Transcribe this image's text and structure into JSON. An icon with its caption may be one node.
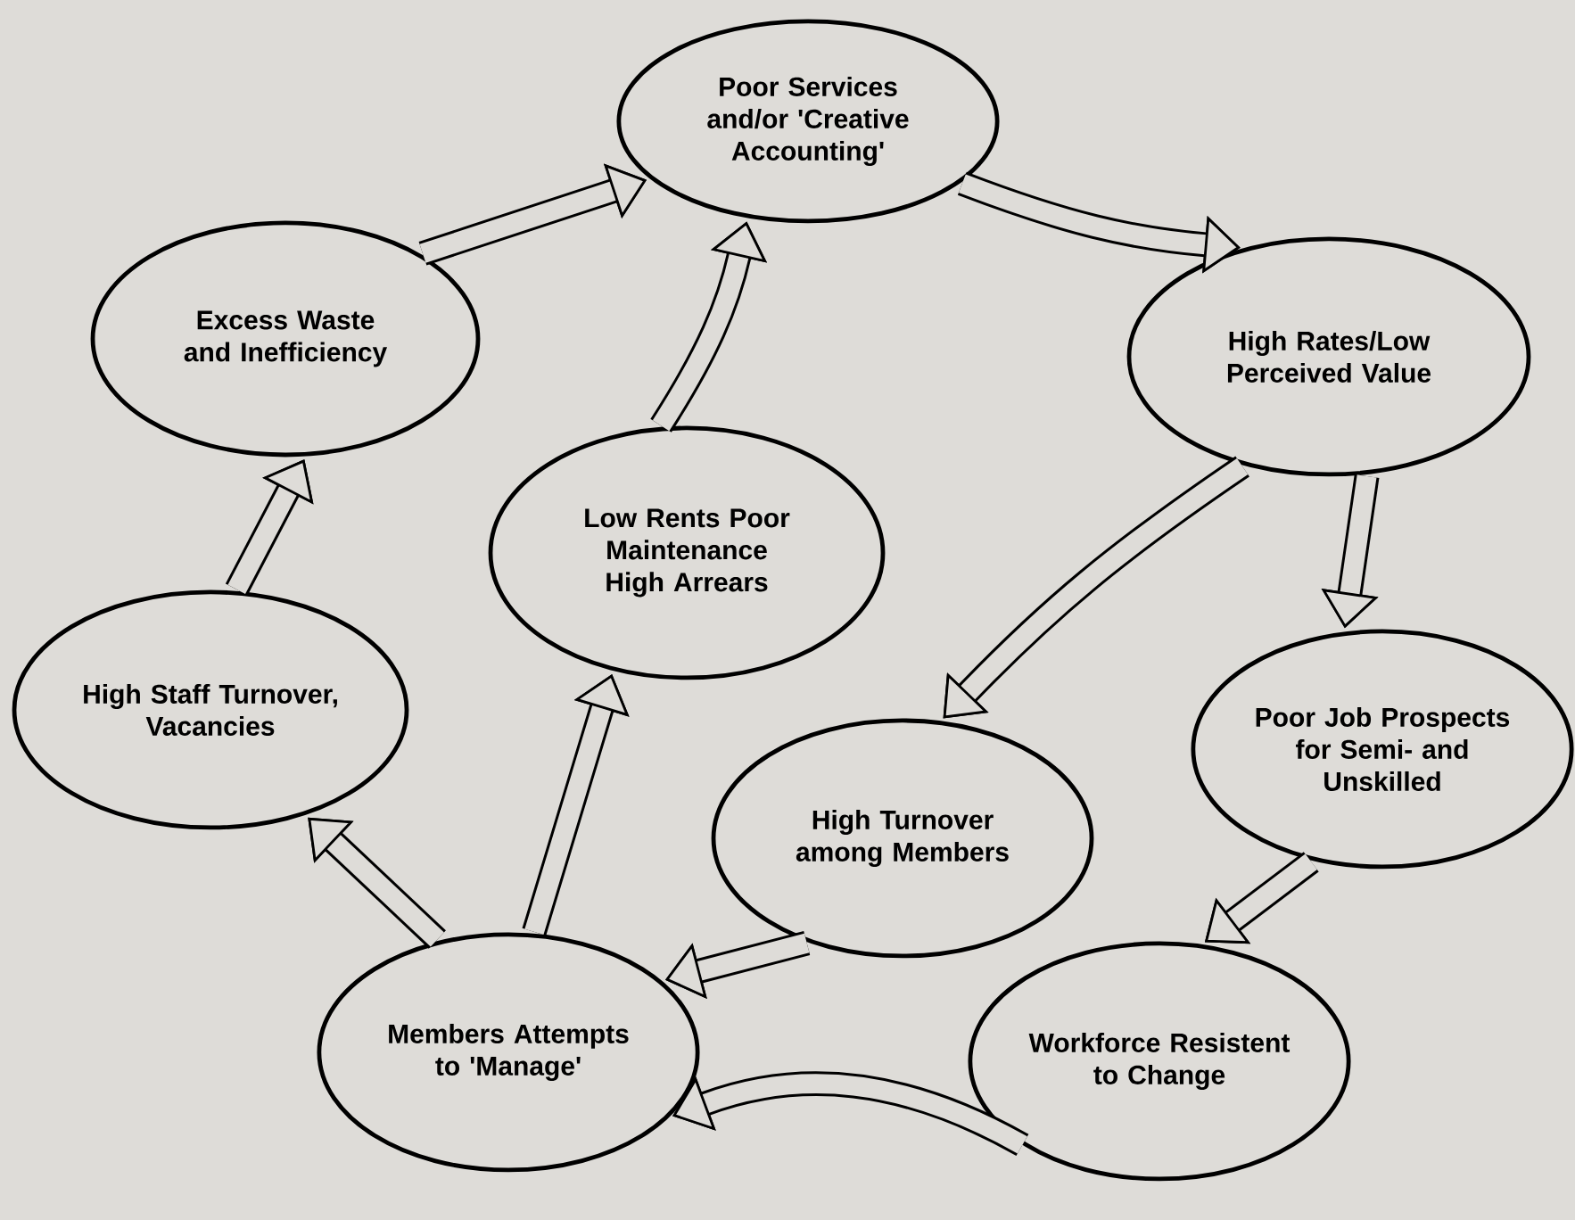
{
  "diagram": {
    "nodes": [
      {
        "text": [
          "Poor Services and/or 'Creative Accounting'"
        ]
      },
      {
        "text": [
          "Excess Waste and Inefficiency"
        ]
      },
      {
        "text": [
          "High Rates/Low Perceived Value"
        ]
      },
      {
        "text": [
          "Low Rents Poor Maintenance High Arrears"
        ]
      },
      {
        "text": [
          "High Staff Turnover, Vacancies"
        ]
      },
      {
        "text": [
          "Poor Job Prospects for Semi- and Unskilled"
        ]
      },
      {
        "text": [
          "High Turnover among Members"
        ]
      },
      {
        "text": [
          "Members Attempts to 'Manage'"
        ]
      },
      {
        "text": [
          "Workforce Resistent to Change"
        ]
      }
    ],
    "edges": [
      {
        "from": 1,
        "to": 0,
        "arrow": "to"
      },
      {
        "from": 0,
        "to": 2,
        "arrow": "to"
      },
      {
        "from": 2,
        "to": 6,
        "arrow": "to"
      },
      {
        "from": 2,
        "to": 5,
        "arrow": "to"
      },
      {
        "from": 5,
        "to": 8,
        "arrow": "to"
      },
      {
        "from": 8,
        "to": 7,
        "arrow": "to"
      },
      {
        "from": 6,
        "to": 7,
        "arrow": "to"
      },
      {
        "from": 7,
        "to": 4,
        "arrow": "to"
      },
      {
        "from": 7,
        "to": 3,
        "arrow": "to"
      },
      {
        "from": 4,
        "to": 1,
        "arrow": "to"
      },
      {
        "from": 3,
        "to": 0,
        "arrow": "to"
      }
    ]
  }
}
